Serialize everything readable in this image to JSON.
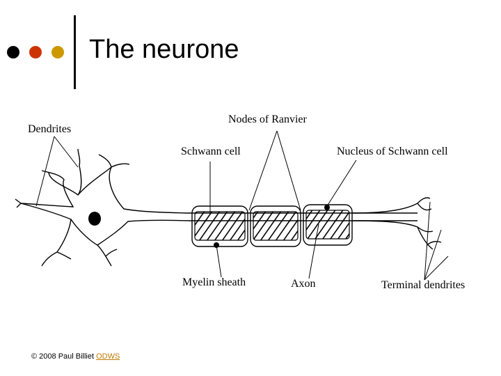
{
  "slide": {
    "title": "The neurone",
    "bullet_colors": [
      "#000000",
      "#cc3300",
      "#cc9900"
    ]
  },
  "labels": {
    "dendrites": "Dendrites",
    "nodes_of_ranvier": "Nodes of Ranvier",
    "schwann_cell": "Schwann cell",
    "nucleus_of_schwann_cell": "Nucleus of Schwann cell",
    "myelin_sheath": "Myelin sheath",
    "axon": "Axon",
    "terminal_dendrites": "Terminal dendrites"
  },
  "footer": {
    "copyright": "© 2008 Paul Billiet",
    "link_text": "ODWS"
  }
}
